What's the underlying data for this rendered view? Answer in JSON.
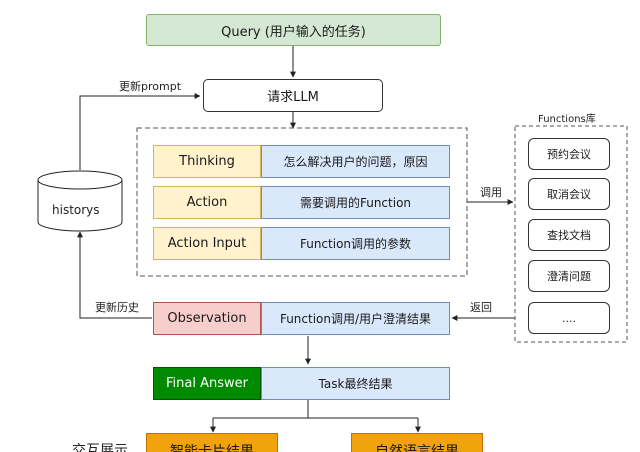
{
  "query": "Query (用户输入的任务)",
  "request_llm": "请求LLM",
  "update_prompt": "更新prompt",
  "history_store": "historys",
  "rows": {
    "thinking": {
      "key": "Thinking",
      "value": "怎么解决用户的问题，原因"
    },
    "action": {
      "key": "Action",
      "value": "需要调用的Function"
    },
    "action_input": {
      "key": "Action Input",
      "value": "Function调用的参数"
    }
  },
  "call_label": "调用",
  "return_label": "返回",
  "update_history": "更新历史",
  "observation": {
    "key": "Observation",
    "value": "Function调用/用户澄清结果"
  },
  "final_answer": {
    "key": "Final Answer",
    "value": "Task最终结果"
  },
  "functions": {
    "title": "Functions库",
    "items": [
      "预约会议",
      "取消会议",
      "查找文档",
      "澄清问题",
      "...."
    ]
  },
  "interaction": {
    "label": "交互展示",
    "outputs": [
      "智能卡片结果",
      "自然语言结果"
    ]
  },
  "colors": {
    "query_fill": "#d5e8d4",
    "key_fill": "#fff2cc",
    "value_fill": "#dae8fc",
    "observation_fill": "#f8cecc",
    "final_fill": "#008a00",
    "output_fill": "#f0a30a"
  }
}
